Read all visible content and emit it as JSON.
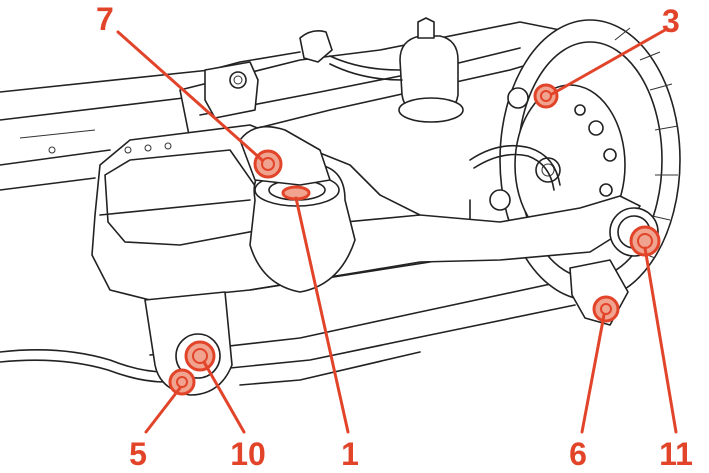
{
  "colors": {
    "callout": "#e2442a",
    "nut_fill": "#f0a38f",
    "line_art": "#222222"
  },
  "callouts": [
    {
      "id": "c7",
      "label": "7"
    },
    {
      "id": "c3",
      "label": "3"
    },
    {
      "id": "c5",
      "label": "5"
    },
    {
      "id": "c10",
      "label": "10"
    },
    {
      "id": "c1",
      "label": "1"
    },
    {
      "id": "c6",
      "label": "6"
    },
    {
      "id": "c11",
      "label": "11"
    }
  ]
}
